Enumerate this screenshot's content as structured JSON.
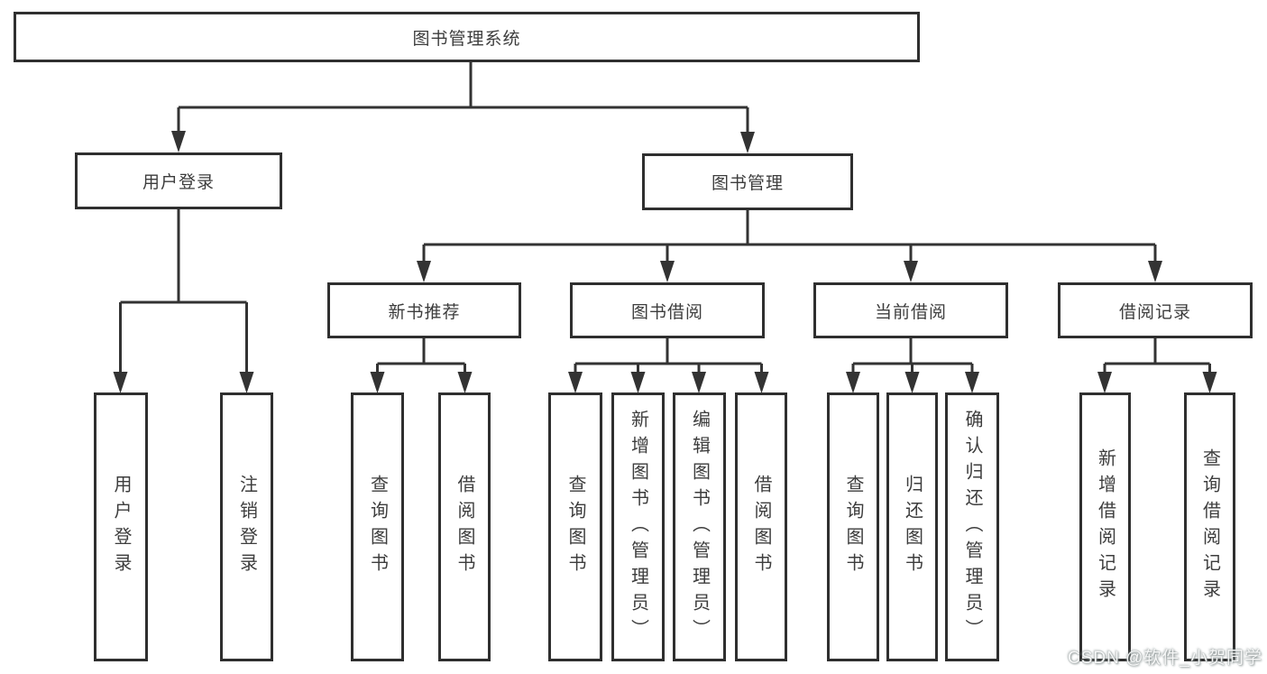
{
  "diagram": {
    "root": {
      "label": "图书管理系统"
    },
    "branches": [
      {
        "label": "用户登录",
        "children": [
          {
            "label": "用户登录"
          },
          {
            "label": "注销登录"
          }
        ]
      },
      {
        "label": "图书管理",
        "children": [
          {
            "label": "新书推荐",
            "children": [
              {
                "label": "查询图书"
              },
              {
                "label": "借阅图书"
              }
            ]
          },
          {
            "label": "图书借阅",
            "children": [
              {
                "label": "查询图书"
              },
              {
                "label": "新增图书（管理员）"
              },
              {
                "label": "编辑图书（管理员）"
              },
              {
                "label": "借阅图书"
              }
            ]
          },
          {
            "label": "当前借阅",
            "children": [
              {
                "label": "查询图书"
              },
              {
                "label": "归还图书"
              },
              {
                "label": "确认归还（管理员）"
              }
            ]
          },
          {
            "label": "借阅记录",
            "children": [
              {
                "label": "新增借阅记录"
              },
              {
                "label": "查询借阅记录"
              }
            ]
          }
        ]
      }
    ]
  },
  "watermark": {
    "text": "CSDN @软件_小贺同学"
  },
  "colors": {
    "line": "#333333",
    "border": "#2f2f2f",
    "text": "#3d3d3d",
    "background": "#ffffff",
    "watermark": "#ffffff"
  }
}
